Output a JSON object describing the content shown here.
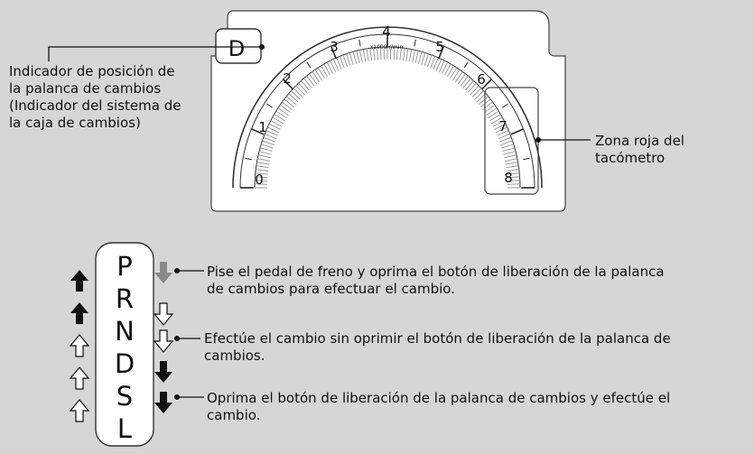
{
  "display": {
    "gear_indicator": "D",
    "tach_numbers": [
      "0",
      "1",
      "2",
      "3",
      "4",
      "5",
      "6",
      "7",
      "8"
    ],
    "tach_unit": "x1000 r/min"
  },
  "callouts": {
    "gear_position_lines": [
      "Indicador de posición de",
      "la palanca de cambios",
      "(Indicador del sistema de",
      "la caja de cambios)"
    ],
    "red_zone_lines": [
      "Zona roja del",
      "tacómetro"
    ]
  },
  "shift_pattern": {
    "gears": [
      "P",
      "R",
      "N",
      "D",
      "S",
      "L"
    ],
    "notes": [
      {
        "lines": [
          "Pise el pedal de freno y oprima el botón de liberación de la palanca",
          "de cambios para efectuar el cambio."
        ]
      },
      {
        "lines": [
          "Efectúe el cambio sin oprimir el botón de liberación de la palanca de",
          "cambios."
        ]
      },
      {
        "lines": [
          "Oprima el botón de liberación de la palanca de cambios y efectúe el",
          "cambio."
        ]
      }
    ]
  },
  "colors": {
    "background": "#d6d6d6",
    "panel": "#ffffff",
    "ink": "#111111",
    "tick_gray": "#9a9a9a",
    "arrow_gray": "#8a8a8a"
  }
}
